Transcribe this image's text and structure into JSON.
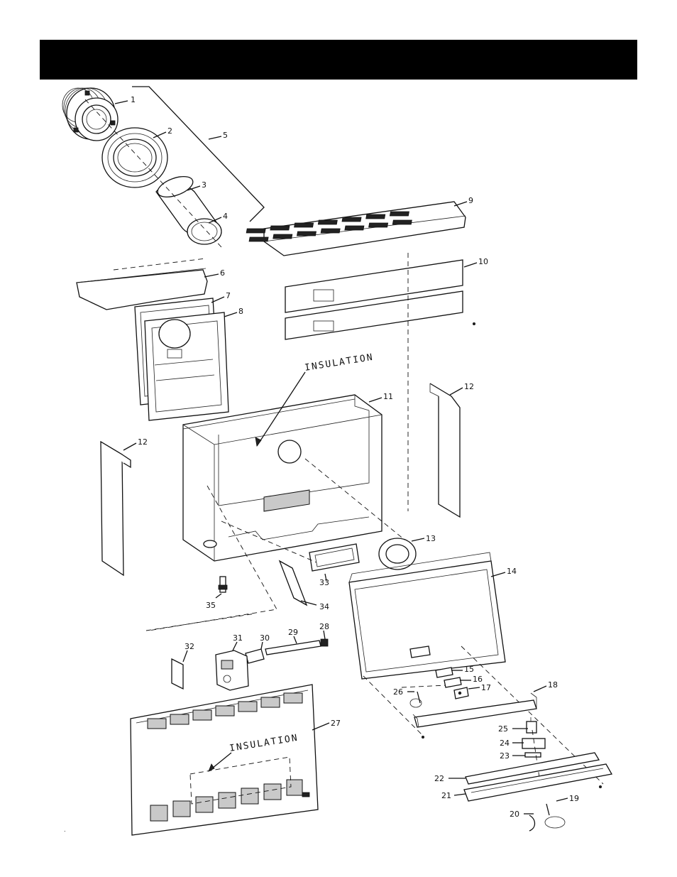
{
  "header": {
    "title": ""
  },
  "callouts": [
    "1",
    "2",
    "3",
    "4",
    "5",
    "6",
    "7",
    "8",
    "9",
    "10",
    "11",
    "12",
    "13",
    "14",
    "15",
    "16",
    "17",
    "18",
    "19",
    "20",
    "21",
    "22",
    "23",
    "24",
    "25",
    "26",
    "27",
    "28",
    "29",
    "30",
    "31",
    "32",
    "33",
    "34",
    "35"
  ],
  "annotations": {
    "insulation_upper": "INSULATION",
    "insulation_lower": "INSULATION"
  },
  "footer_mark": "."
}
